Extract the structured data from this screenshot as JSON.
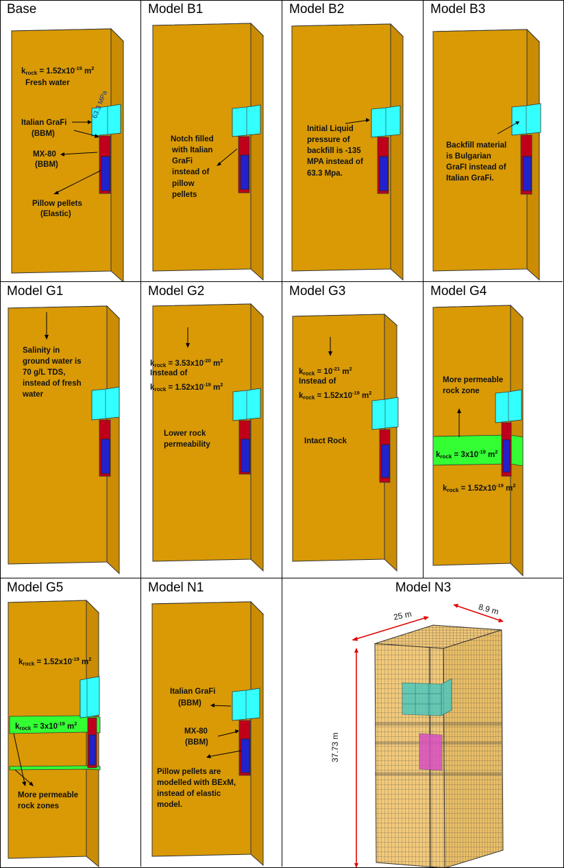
{
  "colors": {
    "rock": "#D99A06",
    "rock_side": "#C98C04",
    "rock_top": "#DFA21C",
    "backfill": "#33FFFF",
    "mx80": "#C0001A",
    "pellets": "#2222CC",
    "perm_zone": "#33FF33",
    "mesh_rock": "#F2C97A",
    "mesh_backfill": "#46C9C1",
    "mesh_canister": "#D84FC2",
    "dim_line": "#E00000"
  },
  "panels": [
    {
      "title": "Base",
      "notes": {
        "k": "k",
        "k_sub": "rock",
        "k_eq": " = 1.52x10",
        "k_exp": "-19",
        "k_unit": " m",
        "k_unit_exp": "2",
        "water": "Fresh water",
        "italian": "Italian GraFi",
        "bbm1": "(BBM)",
        "mx80": "MX-80",
        "bbm2": "(BBM)",
        "pillow": "Pillow pellets",
        "elastic": "(Elastic)",
        "pressure": "63.3 MPa"
      }
    },
    {
      "title": "Model B1",
      "notes": {
        "l1": "Notch filled",
        "l2": "with Italian",
        "l3": "GraFi",
        "l4": "instead of",
        "l5": "pillow",
        "l6": "pellets"
      }
    },
    {
      "title": "Model B2",
      "notes": {
        "l1": "Initial Liquid",
        "l2": "pressure of",
        "l3": "backfill is -135",
        "l4": "MPA instead of",
        "l5": "63.3 Mpa."
      }
    },
    {
      "title": "Model B3",
      "notes": {
        "l1": "Backfill material",
        "l2": "is Bulgarian",
        "l3": "GraFI instead of",
        "l4": "Italian GraFi."
      }
    },
    {
      "title": "Model G1",
      "notes": {
        "l1": "Salinity in",
        "l2": "ground water is",
        "l3": "70 g/L TDS,",
        "l4": "instead of fresh",
        "l5": "water"
      }
    },
    {
      "title": "Model G2",
      "notes": {
        "k": "k",
        "k_sub": "rock",
        "k_eq": " = 3.53x10",
        "k_exp": "-20",
        "k_unit": " m",
        "k_unit_exp": "2",
        "instead": "Instead of",
        "k2": "k",
        "k2_sub": "rock",
        "k2_eq": " = 1.52x10",
        "k2_exp": "-19",
        "k2_unit": " m",
        "k2_unit_exp": "2",
        "lower1": "Lower rock",
        "lower2": "permeability"
      }
    },
    {
      "title": "Model G3",
      "notes": {
        "k": "k",
        "k_sub": "rock",
        "k_eq": " = 10",
        "k_exp": "-21",
        "k_unit": " m",
        "k_unit_exp": "2",
        "instead": "Instead of",
        "k2": "k",
        "k2_sub": "rock",
        "k2_eq": " = 1.52x10",
        "k2_exp": "-19",
        "k2_unit": " m",
        "k2_unit_exp": "2",
        "intact": "Intact Rock"
      }
    },
    {
      "title": "Model G4",
      "notes": {
        "more1": "More permeable",
        "more2": "rock zone",
        "kz": "k",
        "kz_sub": "rock",
        "kz_eq": " = 3x10",
        "kz_exp": "-19",
        "kz_unit": " m",
        "kz_unit_exp": "2",
        "k": "k",
        "k_sub": "rock",
        "k_eq": " = 1.52x10",
        "k_exp": "-19",
        "k_unit": " m",
        "k_unit_exp": "2"
      }
    },
    {
      "title": "Model G5",
      "notes": {
        "k": "k",
        "k_sub": "rock",
        "k_eq": " = 1.52x10",
        "k_exp": "-19",
        "k_unit": " m",
        "k_unit_exp": "2",
        "kz": "k",
        "kz_sub": "rock",
        "kz_eq": " = 3x10",
        "kz_exp": "-19",
        "kz_unit": " m",
        "kz_unit_exp": "2",
        "more1": "More permeable",
        "more2": "rock zones"
      }
    },
    {
      "title": "Model N1",
      "notes": {
        "italian": "Italian GraFi",
        "bbm1": "(BBM)",
        "mx80": "MX-80",
        "bbm2": "(BBM)",
        "l1": "Pillow pellets are",
        "l2": "modelled with BExM,",
        "l3": "instead of elastic",
        "l4": "model."
      }
    },
    {
      "title": "Model N3",
      "notes": {
        "width": "25 m",
        "depth": "8.9 m",
        "height": "37.73 m"
      }
    }
  ]
}
